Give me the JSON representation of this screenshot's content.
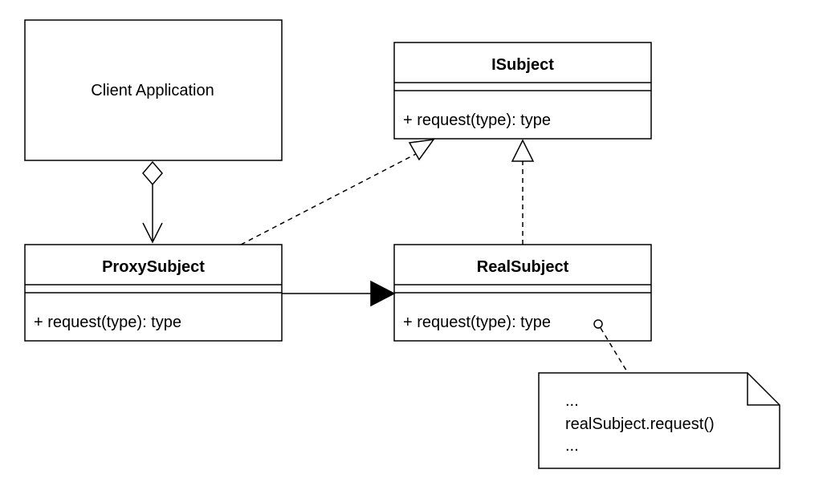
{
  "diagram": {
    "client": {
      "label": "Client Application"
    },
    "isubject": {
      "name": "ISubject",
      "method": "+ request(type): type"
    },
    "proxy": {
      "name": "ProxySubject",
      "method": "+ request(type): type"
    },
    "real": {
      "name": "RealSubject",
      "method": "+ request(type): type"
    },
    "note": {
      "lines": [
        "...",
        "realSubject.request()",
        "..."
      ]
    }
  }
}
